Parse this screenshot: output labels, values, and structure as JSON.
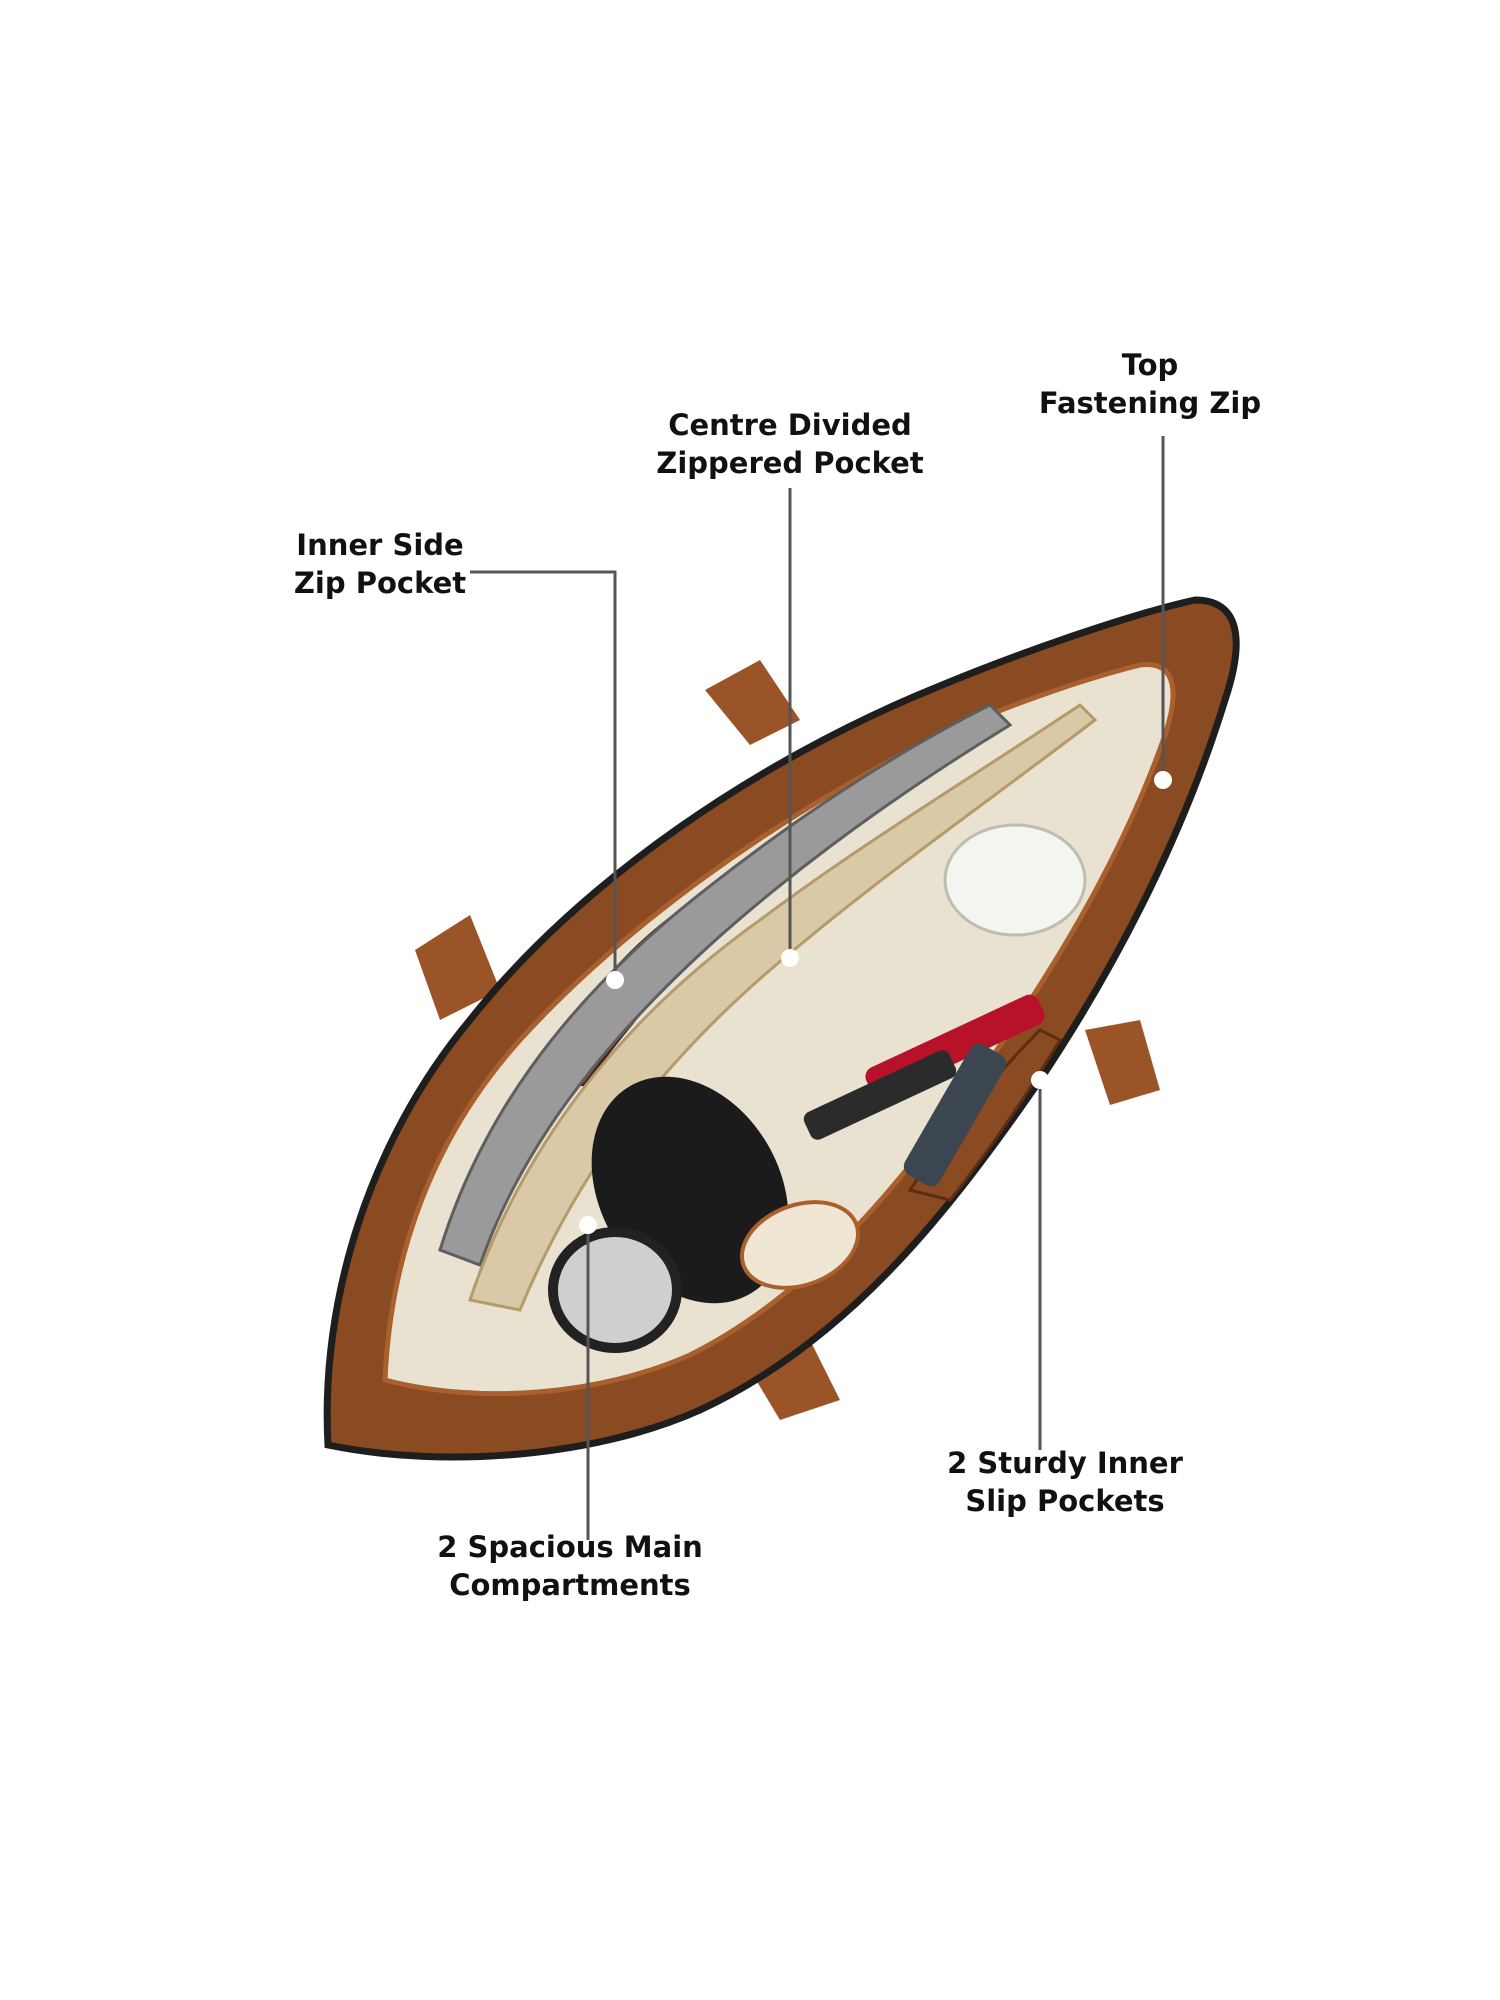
{
  "callouts": {
    "top_zip": {
      "line1": "Top",
      "line2": "Fastening Zip"
    },
    "centre_pocket": {
      "line1": "Centre Divided",
      "line2": "Zippered Pocket"
    },
    "side_pocket": {
      "line1": "Inner Side",
      "line2": "Zip Pocket"
    },
    "slip_pockets": {
      "line1": "2 Sturdy Inner",
      "line2": "Slip Pockets"
    },
    "main_compartments": {
      "line1": "2 Spacious Main",
      "line2": "Compartments"
    }
  },
  "colors": {
    "leather": "#8a4a22",
    "leather_light": "#a9602d",
    "edge": "#1e1e1e",
    "lining": "#e9e2d1",
    "leader_line": "#555555"
  }
}
